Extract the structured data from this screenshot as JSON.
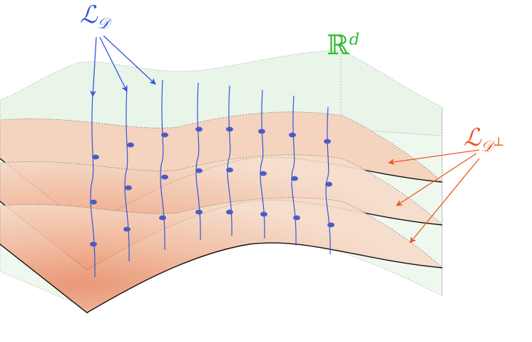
{
  "labels": {
    "leaves": {
      "main": "ℒ",
      "sub": "𝒟"
    },
    "ambient": {
      "main": "ℝ",
      "sup": "d"
    },
    "orthogonal": {
      "main": "ℒ",
      "sub": "𝒟",
      "sup": "⊥"
    }
  },
  "colors": {
    "leaves": "#3355dd",
    "ambient": "#33bb33",
    "orthogonal": "#ee5522",
    "slab_fill": "#eef8ee",
    "sheet_fill": "#f4d2bc",
    "sheet_shadow": "#e98a66",
    "points": "#4a5cc4"
  }
}
